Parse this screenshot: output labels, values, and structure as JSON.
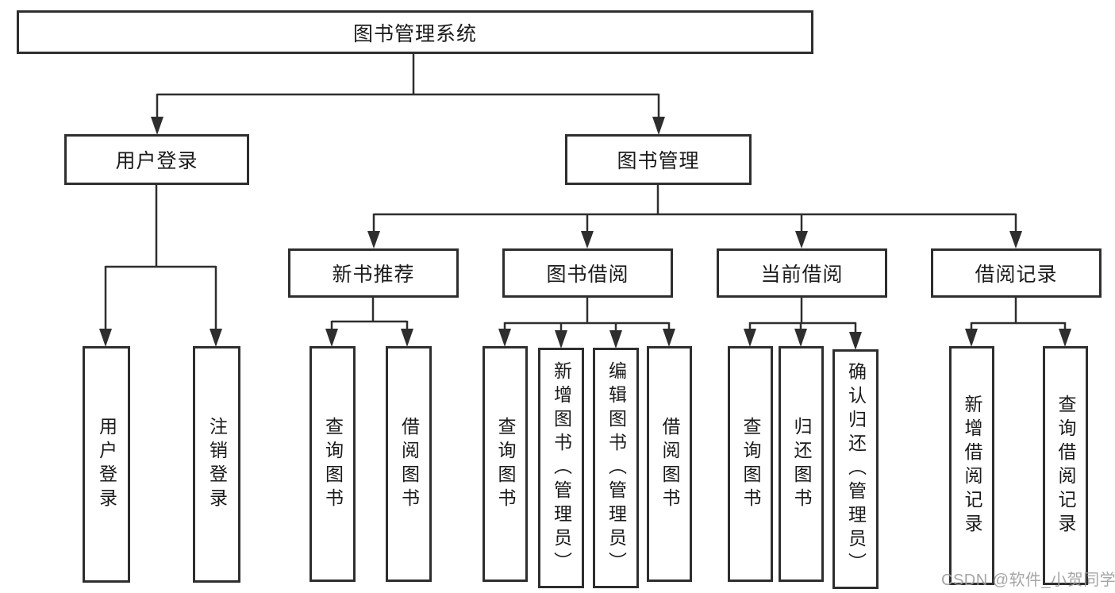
{
  "diagram": {
    "title_node": "图书管理系统",
    "root": {
      "label": "图书管理系统"
    },
    "branches": [
      {
        "label": "用户登录",
        "children": [
          {
            "label": "用户登录"
          },
          {
            "label": "注销登录"
          }
        ]
      },
      {
        "label": "图书管理",
        "children": [
          {
            "label": "新书推荐",
            "children": [
              {
                "label": "查询图书"
              },
              {
                "label": "借阅图书"
              }
            ]
          },
          {
            "label": "图书借阅",
            "children": [
              {
                "label": "查询图书"
              },
              {
                "label": "新增图书（管理员）"
              },
              {
                "label": "编辑图书（管理员）"
              },
              {
                "label": "借阅图书"
              }
            ]
          },
          {
            "label": "当前借阅",
            "children": [
              {
                "label": "查询图书"
              },
              {
                "label": "归还图书"
              },
              {
                "label": "确认归还（管理员）"
              }
            ]
          },
          {
            "label": "借阅记录",
            "children": [
              {
                "label": "新增借阅记录"
              },
              {
                "label": "查询借阅记录"
              }
            ]
          }
        ]
      }
    ]
  },
  "watermark": "CSDN @软件_小贺同学",
  "colors": {
    "line": "#2e2e2e",
    "text": "#1a1a1a",
    "watermark": "#9e9e9e",
    "background": "#ffffff"
  }
}
